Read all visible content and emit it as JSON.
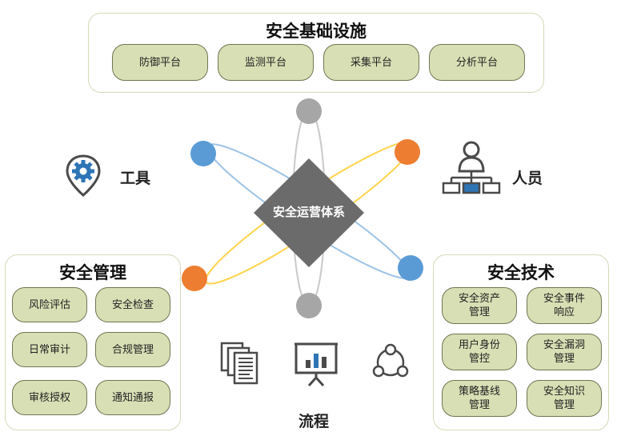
{
  "top": {
    "title": "安全基础设施",
    "items": [
      "防御平台",
      "监测平台",
      "采集平台",
      "分析平台"
    ]
  },
  "management": {
    "title": "安全管理",
    "items": [
      "风险评估",
      "安全检查",
      "日常审计",
      "合规管理",
      "审核授权",
      "通知通报"
    ]
  },
  "technology": {
    "title": "安全技术",
    "items": [
      "安全资产\n管理",
      "安全事件\n响应",
      "用户身份\n管控",
      "安全漏洞\n管理",
      "策略基线\n管理",
      "安全知识\n管理"
    ]
  },
  "center": {
    "label": "安全运营体系"
  },
  "tools": {
    "label": "工具",
    "icon": "gear-location-icon"
  },
  "people": {
    "label": "人员",
    "icon": "org-chart-icon"
  },
  "process": {
    "label": "流程",
    "icons": [
      "document-stack-icon",
      "presentation-chart-icon",
      "cycle-icon"
    ]
  },
  "colors": {
    "pill_fill": "#d8dfb4",
    "pill_border": "#6f7653",
    "panel_border": "#d6d9b8",
    "diamond": "#6b6b6b",
    "blue": "#5b9bd5",
    "orange": "#ed7d31",
    "gray": "#a6a6a6",
    "yellow_line": "#ffd44d"
  }
}
